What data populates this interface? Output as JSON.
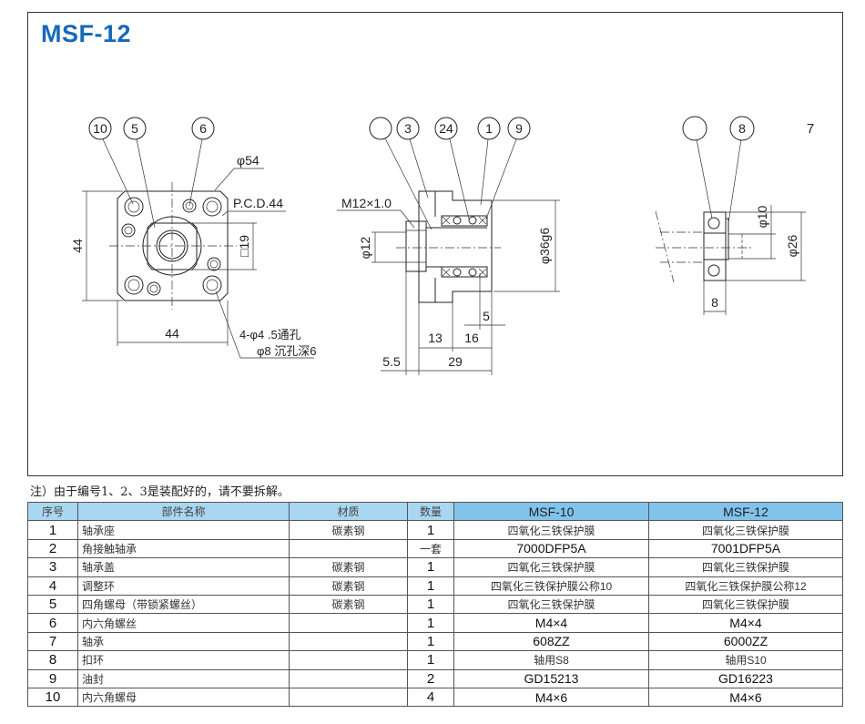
{
  "title": "MSF-12",
  "drawing": {
    "front": {
      "balloons": [
        "10",
        "5",
        "6"
      ],
      "dims": {
        "phi54": "φ54",
        "pcd": "P.C.D.44",
        "sq19": "□19",
        "h44": "44",
        "v44": "44",
        "holes1": "4-φ4 .5通孔",
        "holes2": "φ8 沉孔深6"
      }
    },
    "side": {
      "balloons": [
        "",
        "3",
        "24",
        "1",
        "9"
      ],
      "dims": {
        "thread": "M12×1.0",
        "phi12": "φ12",
        "phi36": "φ36g6",
        "d5": "5",
        "d13": "13",
        "d16": "16",
        "d55": "5.5",
        "d29": "29"
      }
    },
    "bearing": {
      "balloons": [
        "",
        "8"
      ],
      "label7": "7",
      "dims": {
        "phi10": "φ10",
        "phi26": "φ26",
        "d8": "8"
      }
    }
  },
  "note": "注）由于编号1、2、3是装配好的，请不要拆解。",
  "table": {
    "headers": [
      "序号",
      "部件名称",
      "材质",
      "数量",
      "MSF-10",
      "MSF-12"
    ],
    "rows": [
      [
        "1",
        "轴承座",
        "碳素钢",
        "1",
        "四氧化三铁保护膜",
        "四氧化三铁保护膜"
      ],
      [
        "2",
        "角接触轴承",
        "",
        "一套",
        "7000DFP5A",
        "7001DFP5A"
      ],
      [
        "3",
        "轴承盖",
        "碳素钢",
        "1",
        "四氧化三铁保护膜",
        "四氧化三铁保护膜"
      ],
      [
        "4",
        "调整环",
        "碳素钢",
        "1",
        "四氧化三铁保护膜公称10",
        "四氧化三铁保护膜公称12"
      ],
      [
        "5",
        "四角螺母（带锁紧螺丝）",
        "碳素钢",
        "1",
        "四氧化三铁保护膜",
        "四氧化三铁保护膜"
      ],
      [
        "6",
        "内六角螺丝",
        "",
        "1",
        "M4×4",
        "M4×4"
      ],
      [
        "7",
        "轴承",
        "",
        "1",
        "608ZZ",
        "6000ZZ"
      ],
      [
        "8",
        "扣环",
        "",
        "1",
        "轴用S8",
        "轴用S10"
      ],
      [
        "9",
        "油封",
        "",
        "2",
        "GD15213",
        "GD16223"
      ],
      [
        "10",
        "内六角螺母",
        "",
        "4",
        "M4×6",
        "M4×6"
      ]
    ]
  }
}
